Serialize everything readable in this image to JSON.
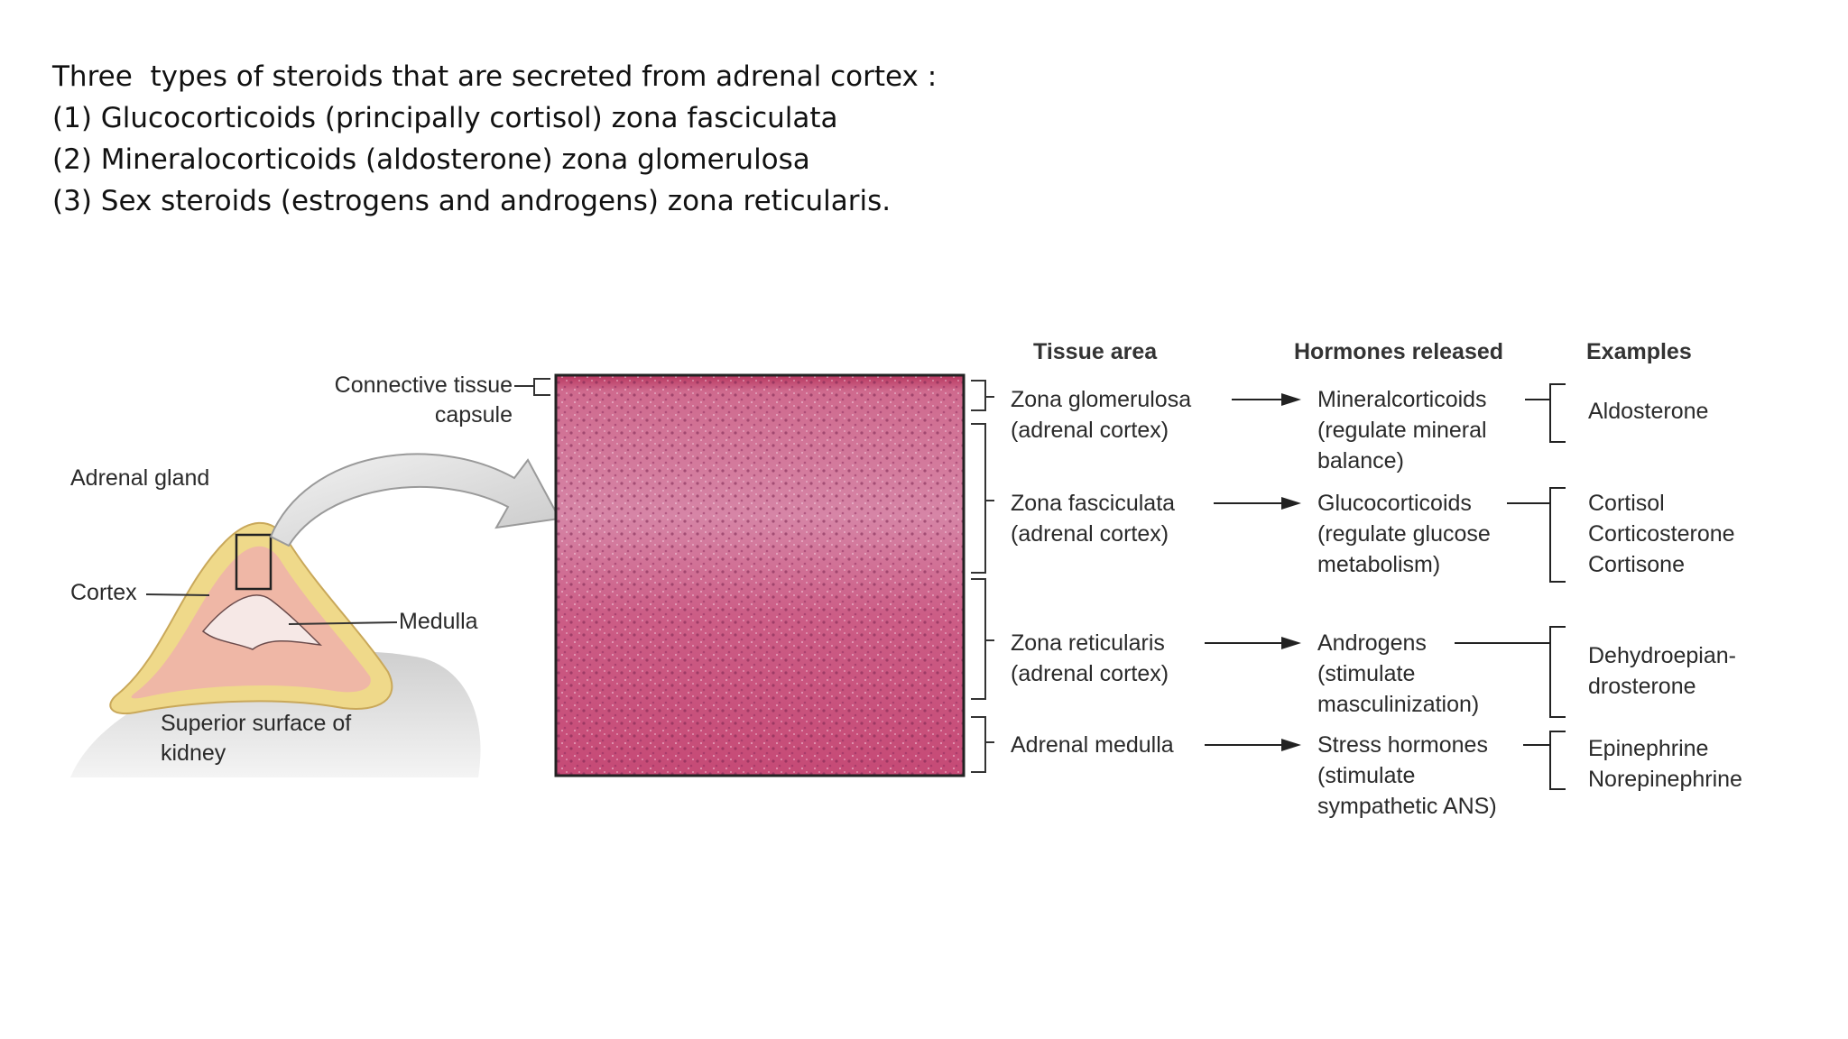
{
  "intro": {
    "lines": [
      "Three  types of steroids that are secreted from adrenal cortex :",
      "(1) Glucocorticoids (principally cortisol) zona fasciculata",
      "(2) Mineralocorticoids (aldosterone) zona glomerulosa",
      "(3) Sex steroids (estrogens and androgens) zona reticularis."
    ]
  },
  "figure": {
    "left_labels": {
      "capsule_1": "Connective tissue",
      "capsule_2": "capsule",
      "gland": "Adrenal gland",
      "cortex": "Cortex",
      "medulla": "Medulla",
      "kidney_1": "Superior surface of",
      "kidney_2": "kidney"
    },
    "headers": {
      "tissue": "Tissue area",
      "hormones": "Hormones released",
      "examples": "Examples"
    },
    "rows": [
      {
        "tissue": [
          "Zona glomerulosa",
          "(adrenal cortex)"
        ],
        "hormone": [
          "Mineralcorticoids",
          "(regulate mineral",
          "balance)"
        ],
        "examples": [
          "Aldosterone"
        ]
      },
      {
        "tissue": [
          "Zona fasciculata",
          "(adrenal cortex)"
        ],
        "hormone": [
          "Glucocorticoids",
          "(regulate glucose",
          "metabolism)"
        ],
        "examples": [
          "Cortisol",
          "Corticosterone",
          "Cortisone"
        ]
      },
      {
        "tissue": [
          "Zona reticularis",
          "(adrenal cortex)"
        ],
        "hormone": [
          "Androgens",
          "(stimulate",
          "masculinization)"
        ],
        "examples": [
          "Dehydroepian-",
          "drosterone"
        ]
      },
      {
        "tissue": [
          "Adrenal medulla"
        ],
        "hormone": [
          "Stress hormones",
          "(stimulate",
          "sympathetic ANS)"
        ],
        "examples": [
          "Epinephrine",
          "Norepinephrine"
        ]
      }
    ],
    "colors": {
      "gland_outer": "#efd98a",
      "cortex_pink": "#efb7a6",
      "tissue_top": "#c24b74",
      "tissue_bottom": "#c94a74",
      "kidney": "#d8d8d8"
    }
  }
}
